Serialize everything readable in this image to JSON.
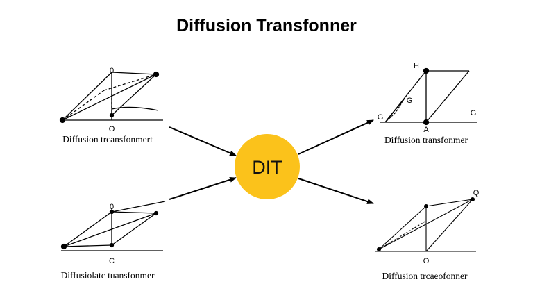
{
  "title": "Diffusion Transfonner",
  "hub": {
    "label": "DIT",
    "fill": "#fbc21b"
  },
  "panels": {
    "top_left": {
      "caption": "Diffusion trcansfonmert",
      "label_top": "0",
      "label_bottom": "O"
    },
    "bottom_left": {
      "caption": "Diffusiolatc tuansfonmer",
      "label_top": "0",
      "label_bottom": "C"
    },
    "top_right": {
      "caption": "Diffusion transfonmer",
      "label_h": "H",
      "label_mid": "G",
      "label_left": "G",
      "label_bottom": "A",
      "label_right": "G"
    },
    "bottom_right": {
      "caption": "Diffusion trcaeofonner",
      "label_top": "Q",
      "label_bottom": "O"
    }
  }
}
